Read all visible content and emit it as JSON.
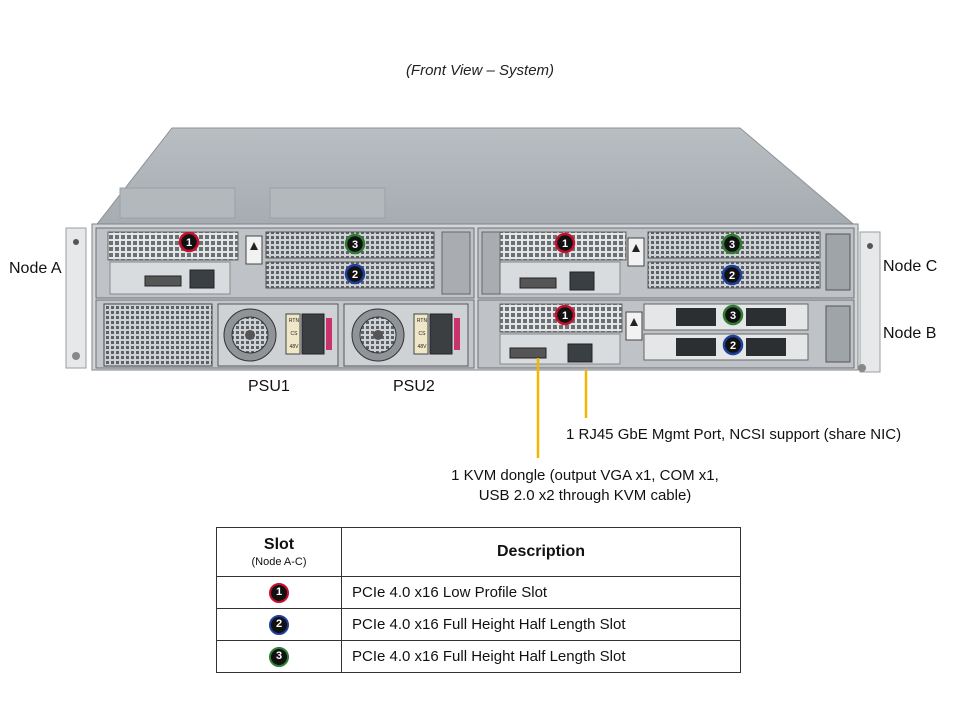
{
  "caption": "(Front View – System)",
  "node_labels": {
    "a": "Node A",
    "b": "Node B",
    "c": "Node C"
  },
  "psu_labels": {
    "psu1": "PSU1",
    "psu2": "PSU2"
  },
  "callouts": {
    "rj45": "1 RJ45 GbE Mgmt Port, NCSI support (share NIC)",
    "kvm_line1": "1 KVM dongle (output VGA x1, COM x1,",
    "kvm_line2": "USB 2.0 x2 through KVM cable)"
  },
  "callout_color": "#f2b600",
  "slot_badges": {
    "1": "#c8102e",
    "2": "#1f3f9c",
    "3": "#2e7d32"
  },
  "table": {
    "header_slot": "Slot",
    "header_slot_sub": "(Node A-C)",
    "header_desc": "Description",
    "rows": [
      {
        "slot": "1",
        "ring": "#c8102e",
        "desc": "PCIe 4.0 x16 Low Profile Slot"
      },
      {
        "slot": "2",
        "ring": "#1f3f9c",
        "desc": "PCIe 4.0 x16 Full Height Half Length Slot"
      },
      {
        "slot": "3",
        "ring": "#2e7d32",
        "desc": "PCIe 4.0 x16 Full Height Half Length Slot"
      }
    ]
  },
  "psu_marks": [
    "RTN",
    "CS",
    "48V"
  ]
}
